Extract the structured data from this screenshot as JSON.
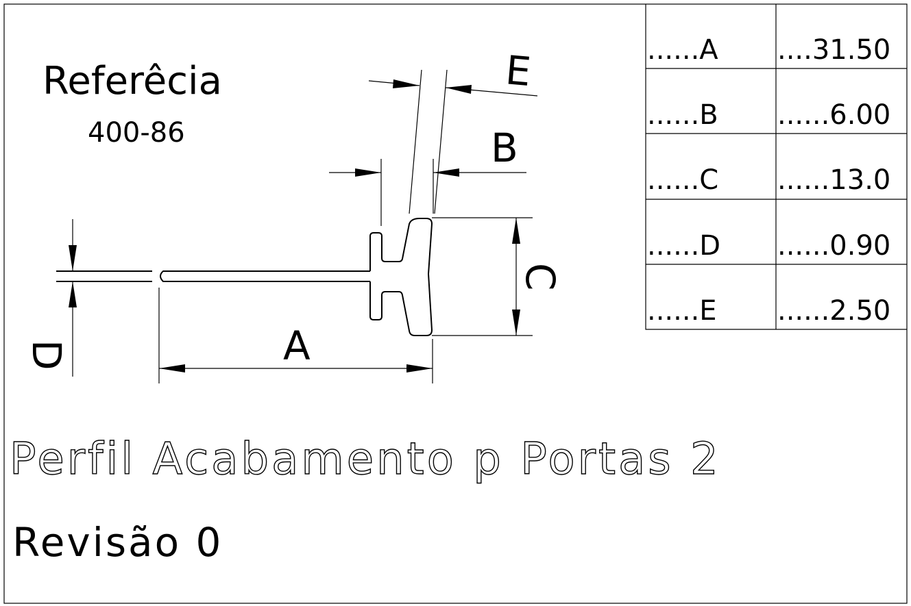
{
  "reference": {
    "label": "Referêcia",
    "code": "400-86"
  },
  "title": "Perfil Acabamento p Portas 2",
  "revision": "Revisão 0",
  "dimension_labels": {
    "A": "A",
    "B": "B",
    "C": "C",
    "D": "D",
    "E": "E"
  },
  "table": [
    {
      "name": "......A",
      "value": "....31.50"
    },
    {
      "name": "......B",
      "value": "......6.00"
    },
    {
      "name": "......C",
      "value": "......13.0"
    },
    {
      "name": "......D",
      "value": "......0.90"
    },
    {
      "name": "......E",
      "value": "......2.50"
    }
  ]
}
